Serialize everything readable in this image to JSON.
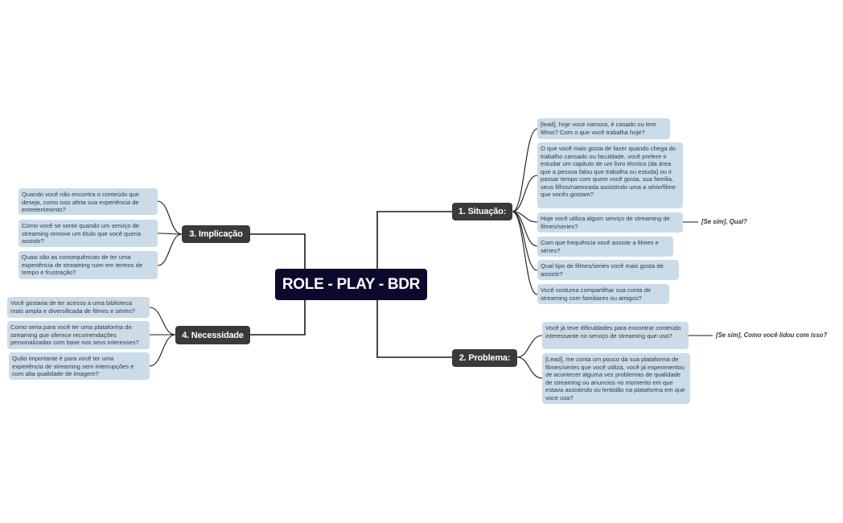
{
  "central": {
    "title": "ROLE - PLAY - BDR"
  },
  "branches": {
    "situacao": {
      "label": "1. Situação:",
      "items": [
        "[lead], hoje voce namora, é casado ou tem filhos? Com o que você trabalha hoje?",
        "O que você mais gosta de fazer quando chega do trabalho cansado ou faculdade, você prefere ir estudar um capitulo de um livro técnico (da área que a pessoa falou que trabalha ou estuda) ou ir passar tempo com quem você gosta, sua familia, seus filhos/namorada assistindo uma a série/filme que vocês gostam?",
        "Hoje você utiliza algum serviço de streaming de filmes/series?",
        "Com que frequência você assiste a filmes e séries?",
        "Qual tipo de filmes/series você mais gosta de assistir?",
        "Você costuma compartilhar sua conta de streaming com familiares ou amigos?"
      ],
      "note": "[Se sim], Qual?"
    },
    "problema": {
      "label": "2. Problema:",
      "items": [
        "Você já teve dificuldades para encontrar conteúdo interessante no serviço de streaming que usa?",
        "[Lead], me conta um pouco da sua plataforma de filmes/series que você utiliza, você já experimentou de acontecer alguma vez problemas de qualidade de streaming ou anuncios no momento em que estava assistindo ou lentidão na plataforma em que voce usa?"
      ],
      "note": "[Se sim], Como você lidou com isso?"
    },
    "implicacao": {
      "label": "3. Implicação",
      "items": [
        "Quando você não encontra o conteúdo que deseja, como isso afeta sua experiência de entretenimento?",
        "Como você se sente quando um serviço de streaming remove um título que você queria assistir?",
        "Quais são as consequências de ter uma experiência de streaming ruim em termos de tempo e frustração?"
      ]
    },
    "necessidade": {
      "label": "4. Necessidade",
      "items": [
        "Você gostaria de ter acesso a uma biblioteca mais ampla e diversificada de filmes e séries?",
        "Como seria para você ter uma plataforma de streaming que oferece recomendações personalizadas com base nos seus interesses?",
        "Quão importante é para você ter uma experiência de streaming sem interrupções e com alta qualidade de imagem?"
      ]
    }
  },
  "colors": {
    "central_bg": "#0b0a2c",
    "branch_bg": "#3a3a3a",
    "leaf_bg": "#ccdbe8",
    "line": "#1a1a1a"
  }
}
